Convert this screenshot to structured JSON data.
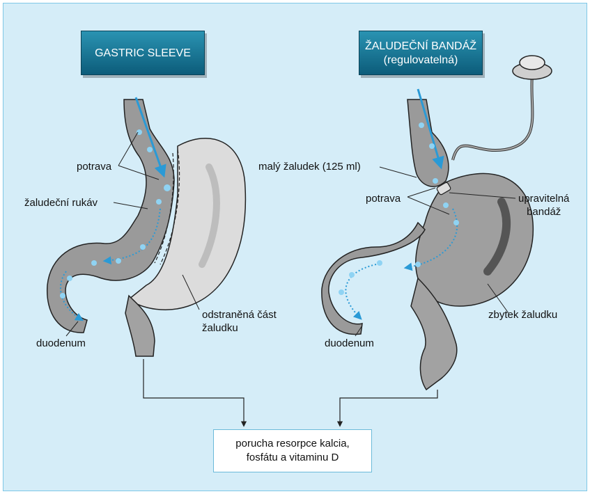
{
  "headers": {
    "left": "GASTRIC SLEEVE",
    "right_line1": "ŽALUDEČNÍ BANDÁŽ",
    "right_line2": "(regulovatelná)"
  },
  "labels": {
    "left_potrava": "potrava",
    "left_rukav": "žaludeční rukáv",
    "left_odstranena_1": "odstraněná část",
    "left_odstranena_2": "žaludku",
    "left_duodenum": "duodenum",
    "right_maly": "malý žaludek (125 ml)",
    "right_potrava": "potrava",
    "right_bandaz_1": "upravitelná",
    "right_bandaz_2": "bandáž",
    "right_zbytek": "zbytek žaludku",
    "right_duodenum": "duodenum"
  },
  "result": {
    "line1": "porucha resorpce kalcia,",
    "line2": "fosfátu a vitaminu D"
  },
  "colors": {
    "panel_bg": "#d5edf8",
    "panel_border": "#7fc7e6",
    "header_box": "#0c6a88",
    "organ_gray": "#9a9a9a",
    "food_dots": "#8fd3f3",
    "arrows": "#2a9ad6"
  }
}
